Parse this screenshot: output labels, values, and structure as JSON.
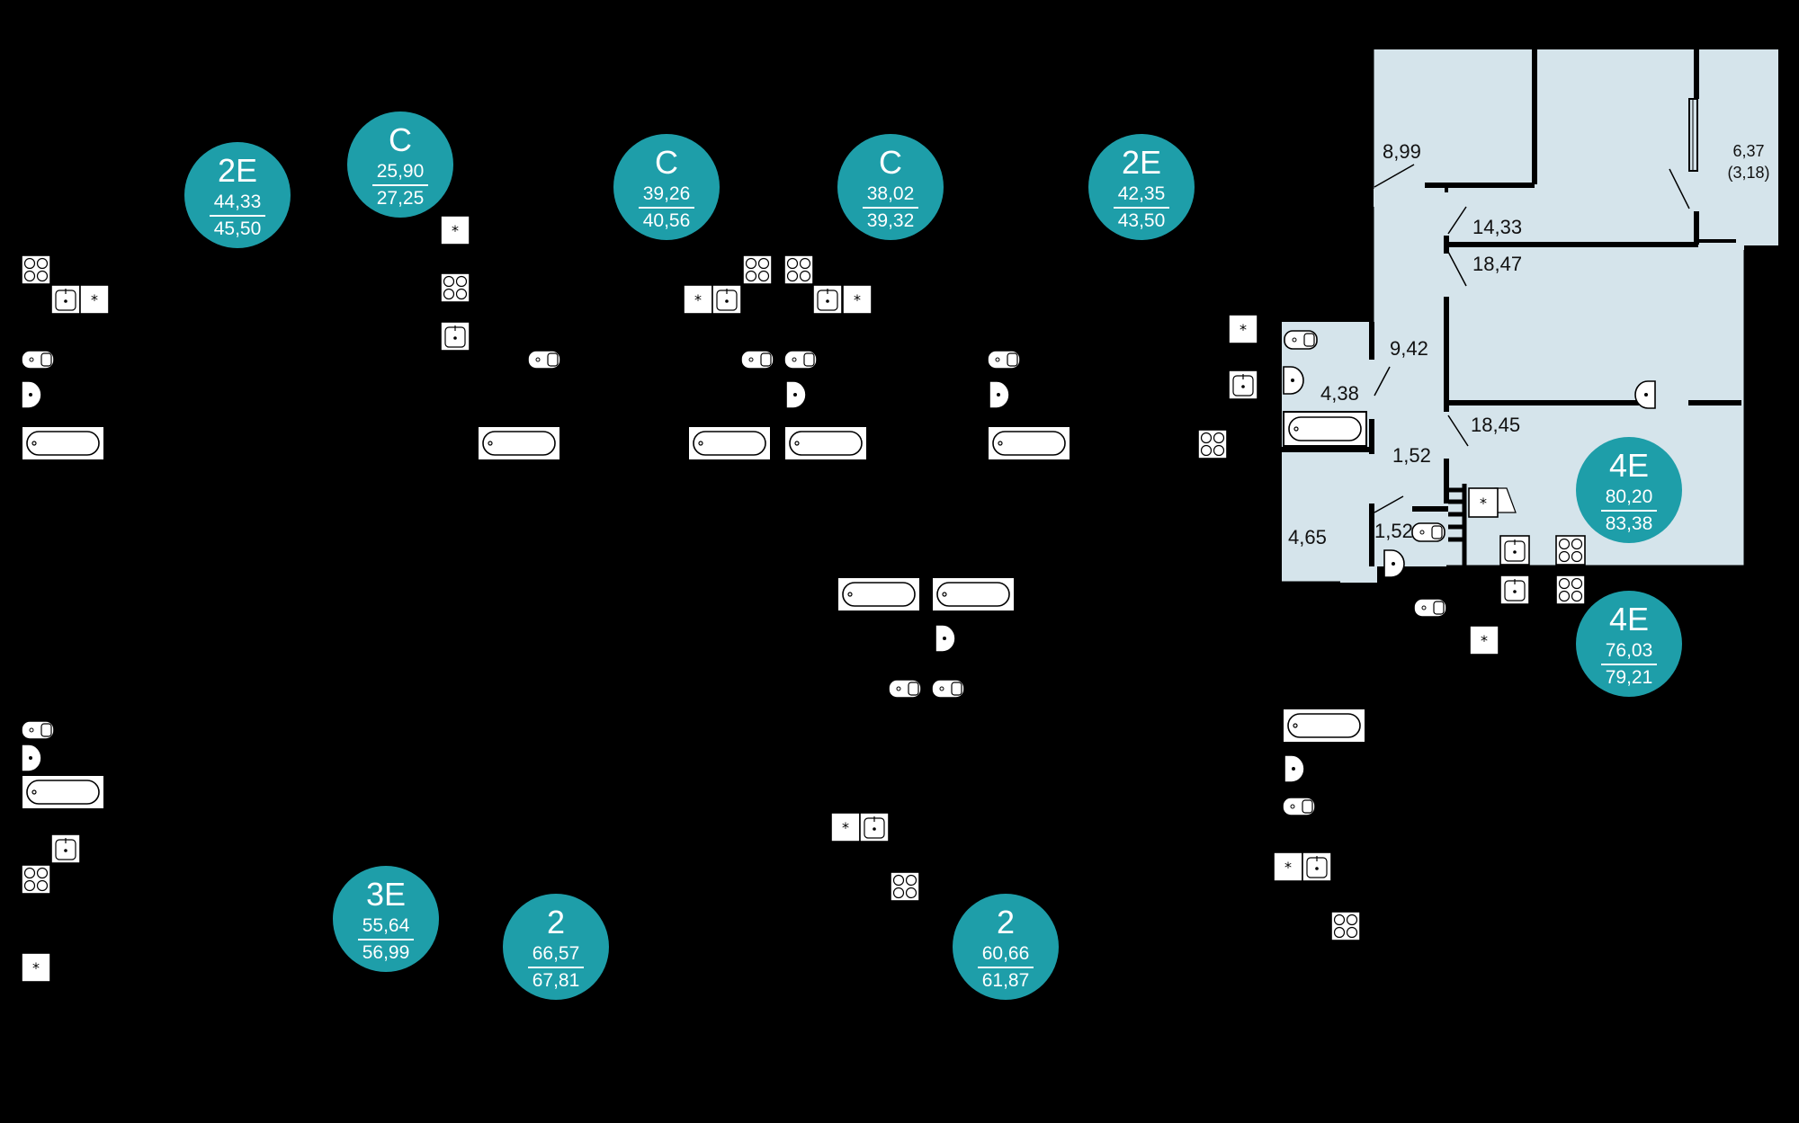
{
  "colors": {
    "badge": "#1e9ea9",
    "plan_fill": "#d5e4eb",
    "background": "#000000",
    "wall": "#000000"
  },
  "apartments": [
    {
      "id": "a1",
      "type": "2E",
      "area_a": "44,33",
      "area_b": "45,50"
    },
    {
      "id": "a2",
      "type": "C",
      "area_a": "25,90",
      "area_b": "27,25"
    },
    {
      "id": "a3",
      "type": "C",
      "area_a": "39,26",
      "area_b": "40,56"
    },
    {
      "id": "a4",
      "type": "C",
      "area_a": "38,02",
      "area_b": "39,32"
    },
    {
      "id": "a5",
      "type": "2E",
      "area_a": "42,35",
      "area_b": "43,50"
    },
    {
      "id": "a6",
      "type": "4E",
      "area_a": "80,20",
      "area_b": "83,38"
    },
    {
      "id": "a7",
      "type": "4E",
      "area_a": "76,03",
      "area_b": "79,21"
    },
    {
      "id": "a8",
      "type": "3E",
      "area_a": "55,64",
      "area_b": "56,99"
    },
    {
      "id": "a9",
      "type": "2",
      "area_a": "66,57",
      "area_b": "67,81"
    },
    {
      "id": "a10",
      "type": "2",
      "area_a": "60,66",
      "area_b": "61,87"
    }
  ],
  "rooms": {
    "r1": "8,99",
    "r2_a": "6,37",
    "r2_b": "(3,18)",
    "r3": "14,33",
    "r4": "18,47",
    "r5": "9,42",
    "r6": "4,38",
    "r7": "18,45",
    "r8": "1,52",
    "r9": "1,52",
    "r10": "4,65"
  }
}
